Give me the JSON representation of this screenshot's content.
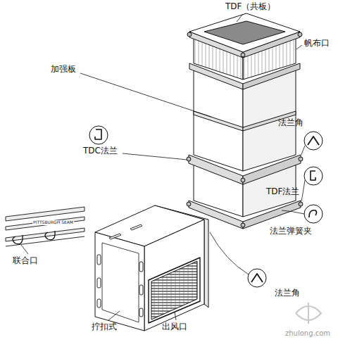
{
  "diagram": {
    "labels": [
      "TDF（共板）",
      "帆布口",
      "加强板",
      "TDC法兰",
      "法兰角",
      "TDF法兰",
      "法兰弹簧夹",
      "法兰角",
      "出风口",
      "拧扣式",
      "联合口",
      "PITTSBURGH SEAM",
      "zhulong.com"
    ]
  }
}
